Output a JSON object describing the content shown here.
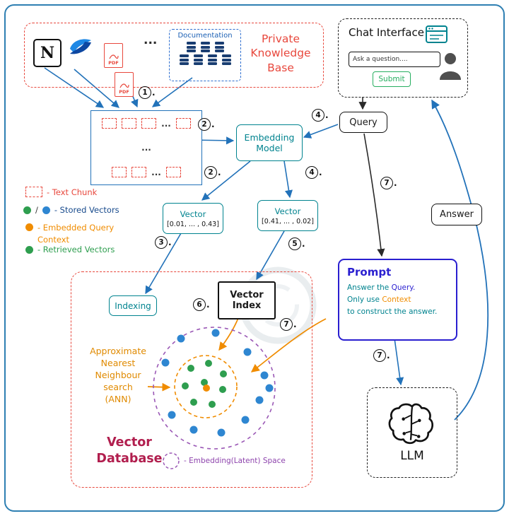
{
  "colors": {
    "frame_blue": "#2e7fb2",
    "red": "#e8483d",
    "teal": "#00838f",
    "arrow_blue": "#2272b9",
    "doc_blue": "#1a5fb4",
    "green": "#2e9e4f",
    "stored_blue": "#2e86d1",
    "orange": "#f08c00",
    "purple": "#9b59b6",
    "maroon": "#b11e4e",
    "prompt_blue": "#2a1fd0",
    "black": "#111111"
  },
  "misc": {
    "ellipsis": "...",
    "period": ".",
    "slash": "/"
  },
  "knowledge_base": {
    "title": "Private Knowledge Base",
    "notion_letter": "N",
    "pdf_label": "PDF",
    "documentation_label": "Documentation"
  },
  "chat": {
    "title": "Chat Interface",
    "placeholder": "Ask a question....",
    "submit": "Submit"
  },
  "nodes": {
    "embedding_model": "Embedding Model",
    "query": "Query",
    "answer": "Answer",
    "indexing": "Indexing",
    "vector_index": "Vector Index",
    "llm": "LLM"
  },
  "vectors": [
    {
      "label": "Vector",
      "value": "[0.01, ... , 0.43]"
    },
    {
      "label": "Vector",
      "value": "[0.41, ... , 0.02]"
    }
  ],
  "legend": {
    "text_chunk": "- Text Chunk",
    "stored_vectors": "- Stored Vectors",
    "embedded_query_context": "- Embedded Query Context",
    "retrieved_vectors": "- Retrieved Vectors"
  },
  "vector_database": {
    "title": "Vector Database",
    "ann": "Approximate Nearest Neighbour search (ANN)",
    "space": "- Embedding(Latent) Space"
  },
  "prompt": {
    "title": "Prompt",
    "answer_the": "Answer the ",
    "query_word": "Query.",
    "only_use": "Only use ",
    "context_word": "Context",
    "line3": "to construct the answer."
  },
  "steps": [
    "1",
    "2",
    "2",
    "3",
    "4",
    "4",
    "5",
    "6",
    "7",
    "7",
    "7"
  ]
}
